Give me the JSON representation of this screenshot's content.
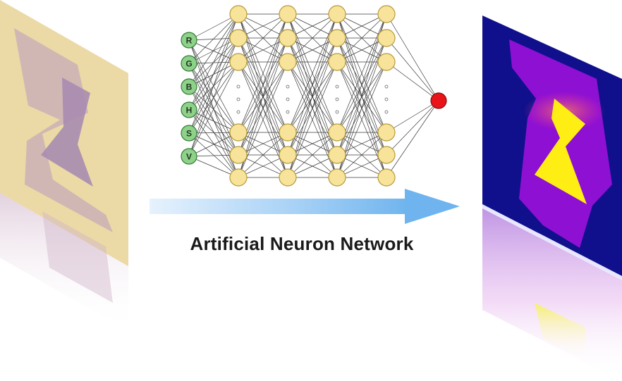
{
  "diagram": {
    "caption": "Artificial Neuron Network",
    "inputs": [
      "R",
      "G",
      "B",
      "H",
      "S",
      "V"
    ],
    "hidden_layers": 4,
    "colors": {
      "input_fill": "#8fd18a",
      "input_stroke": "#2e7d32",
      "hidden_fill": "#f7e49a",
      "hidden_stroke": "#b89a3a",
      "output_fill": "#e8141a",
      "arrow": "#6fb4ee"
    }
  }
}
